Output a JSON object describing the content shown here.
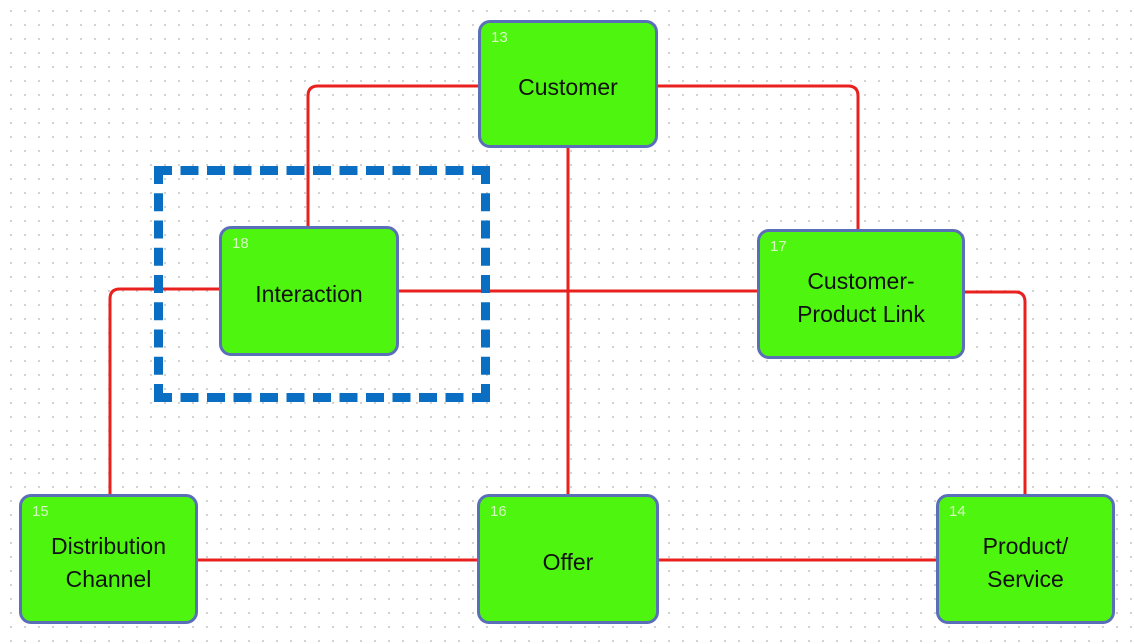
{
  "diagram": {
    "line_color": "#e8201e",
    "node_fill": "#4ef50f",
    "node_border": "#5a6fb8",
    "selection_color": "#0a6fc2",
    "nodes": [
      {
        "id": "customer",
        "number": "13",
        "label": "Customer"
      },
      {
        "id": "interaction",
        "number": "18",
        "label": "Interaction"
      },
      {
        "id": "customer-product-link",
        "number": "17",
        "label": "Customer-\nProduct Link"
      },
      {
        "id": "distribution-channel",
        "number": "15",
        "label": "Distribution\nChannel"
      },
      {
        "id": "offer",
        "number": "16",
        "label": "Offer"
      },
      {
        "id": "product-service",
        "number": "14",
        "label": "Product/\nService"
      }
    ],
    "edges": [
      {
        "from": "customer",
        "to": "interaction"
      },
      {
        "from": "customer",
        "to": "customer-product-link"
      },
      {
        "from": "customer",
        "to": "offer"
      },
      {
        "from": "interaction",
        "to": "customer-product-link"
      },
      {
        "from": "interaction",
        "to": "distribution-channel"
      },
      {
        "from": "customer-product-link",
        "to": "product-service"
      },
      {
        "from": "distribution-channel",
        "to": "offer"
      },
      {
        "from": "offer",
        "to": "product-service"
      }
    ],
    "selected_node": "interaction"
  }
}
